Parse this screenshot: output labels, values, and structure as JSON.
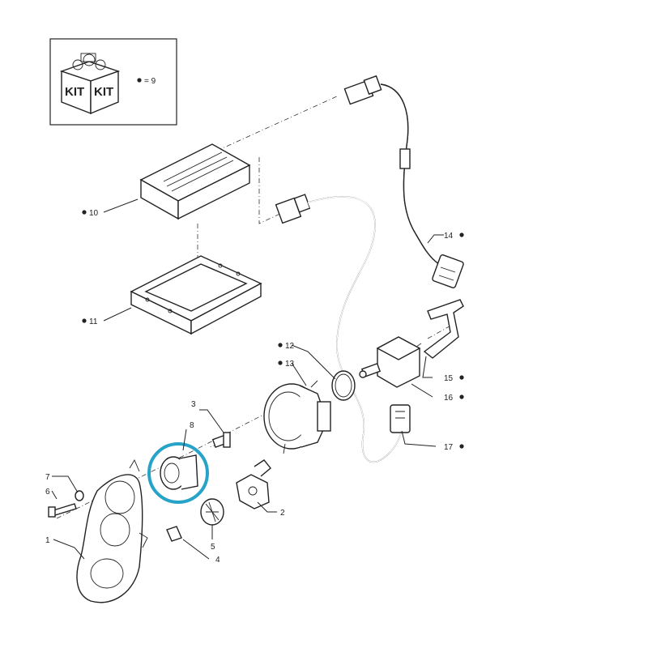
{
  "kit": {
    "box_text_left": "KIT",
    "box_text_right": "KIT",
    "qty_label": "= 9"
  },
  "callouts": {
    "c1": "1",
    "c2": "2",
    "c3": "3",
    "c4": "4",
    "c5": "5",
    "c6": "6",
    "c7": "7",
    "c8": "8",
    "c10": "10",
    "c11": "11",
    "c12": "12",
    "c13": "13",
    "c14": "14",
    "c15": "15",
    "c16": "16",
    "c17": "17"
  },
  "highlight_color": "#27a3c8"
}
